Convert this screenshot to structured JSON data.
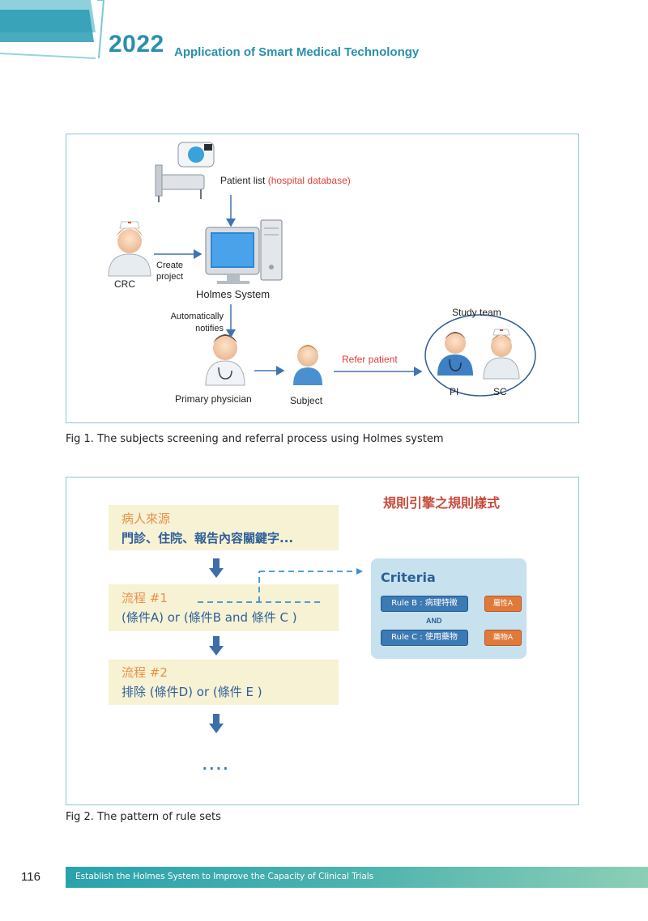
{
  "header": {
    "year": "2022",
    "title": "Application of Smart Medical Technolongy"
  },
  "figure1": {
    "patient_list_label": "Patient list",
    "patient_list_note": "(hospital database)",
    "crc_label": "CRC",
    "create_project_line1": "Create",
    "create_project_line2": "project",
    "system_label": "Holmes System",
    "notify_line1": "Automatically",
    "notify_line2": "notifies",
    "physician_label": "Primary physician",
    "subject_label": "Subject",
    "refer_label": "Refer patient",
    "study_team_label": "Study team",
    "pi_label": "PI",
    "sc_label": "SC",
    "caption": "Fig 1. The subjects screening and referral process using Holmes system"
  },
  "figure2": {
    "heading": "規則引擎之規則樣式",
    "source_title": "病人來源",
    "source_body": "門診、住院、報告內容關鍵字...",
    "step1_title": "流程 #1",
    "step1_body": "(條件A) or (條件B and 條件 C )",
    "step2_title": "流程 #2",
    "step2_body": "排除 (條件D) or (條件 E )",
    "ellipsis": "....",
    "criteria_title": "Criteria",
    "rule_b": "Rule B : 病理特徵",
    "attr_a": "屬性A",
    "and_label": "AND",
    "rule_c": "Rule C : 使用藥物",
    "drug_a": "藥物A",
    "caption": "Fig 2. The pattern of rule sets"
  },
  "footer": {
    "page_number": "116",
    "text": "Establish the Holmes System to Improve the Capacity of Clinical Trials"
  },
  "colors": {
    "accent": "#2a8fae",
    "red_note": "#e0403a",
    "flow_box": "#f7f2d4",
    "criteria_panel": "#c7e2ee",
    "rule_pill": "#3d79b3",
    "attr_pill": "#e07a3c"
  }
}
